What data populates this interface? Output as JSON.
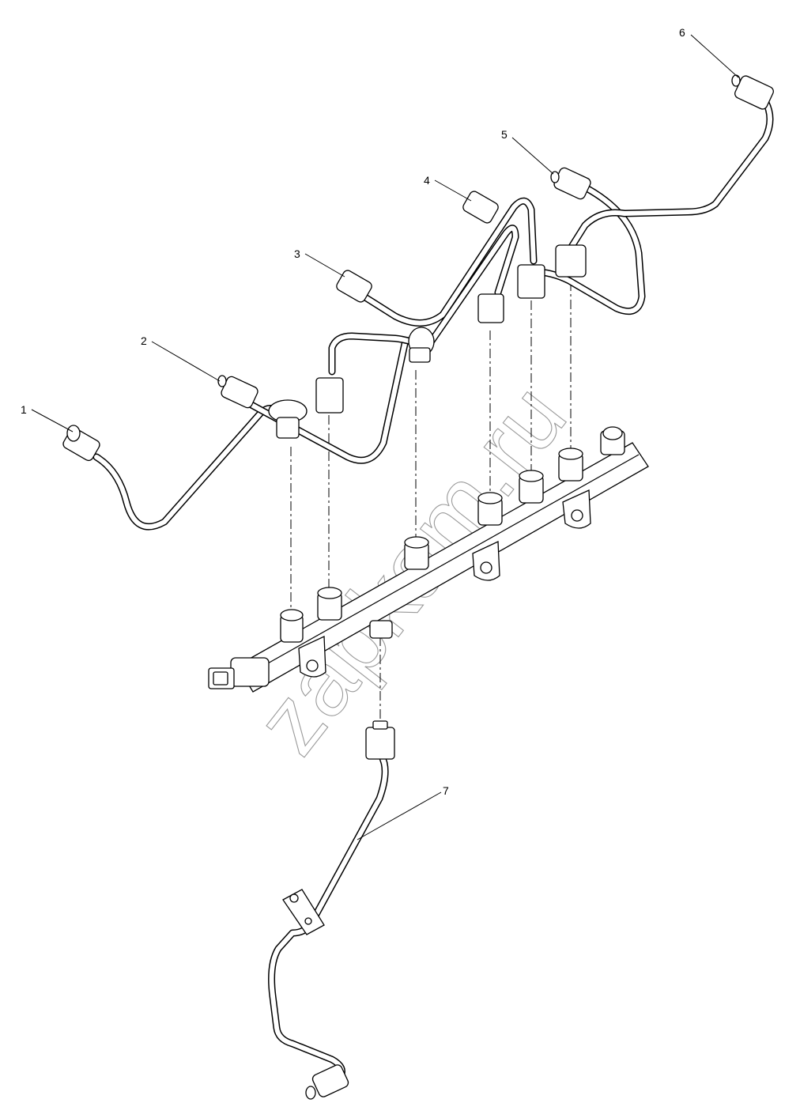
{
  "callouts": [
    "1",
    "2",
    "3",
    "4",
    "5",
    "6",
    "7"
  ],
  "watermark": "zapkam.ru"
}
